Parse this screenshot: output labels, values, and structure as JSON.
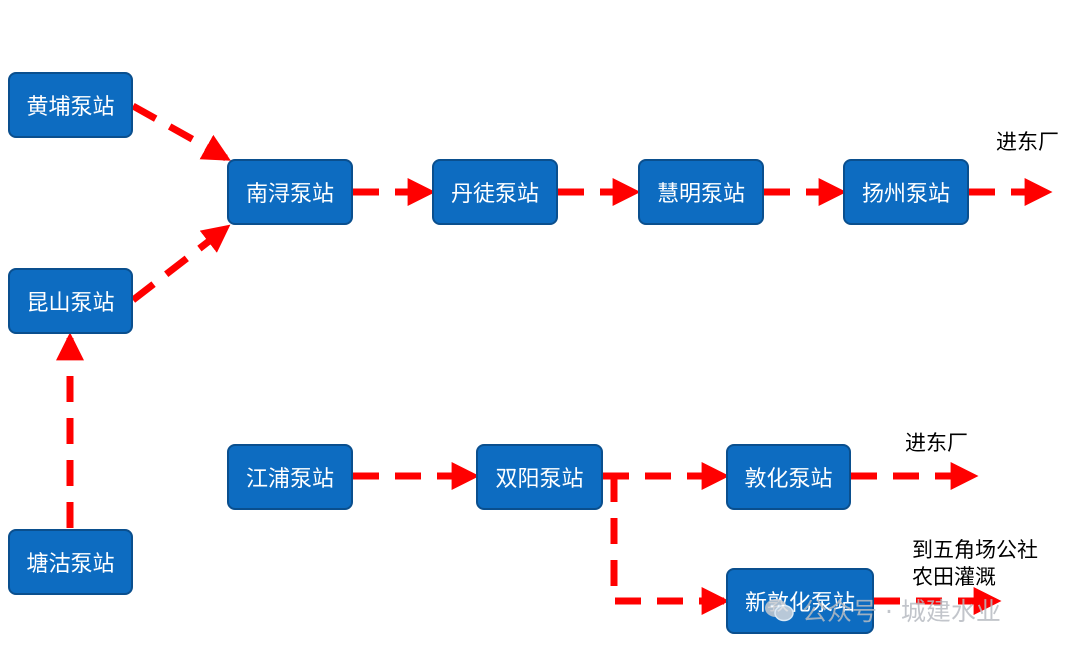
{
  "nodes": {
    "huangpu": "黄埔泵站",
    "kunshan": "昆山泵站",
    "tanggu": "塘沽泵站",
    "nanxun": "南浔泵站",
    "dantu": "丹徒泵站",
    "huiming": "慧明泵站",
    "yangzhou": "扬州泵站",
    "jiangpu": "江浦泵站",
    "shuangyang": "双阳泵站",
    "dunhua": "敦化泵站",
    "xindunhua": "新敦化泵站"
  },
  "labels": {
    "to_east_plant_1": "进东厂",
    "to_east_plant_2": "进东厂",
    "irrigation_line_1": "到五角场公社",
    "irrigation_line_2": "农田灌溉"
  },
  "watermark": "公众号 · 城建水业",
  "colors": {
    "node_fill": "#0d6cc1",
    "node_border": "#0a4f8e",
    "arrow": "#ff0000"
  }
}
